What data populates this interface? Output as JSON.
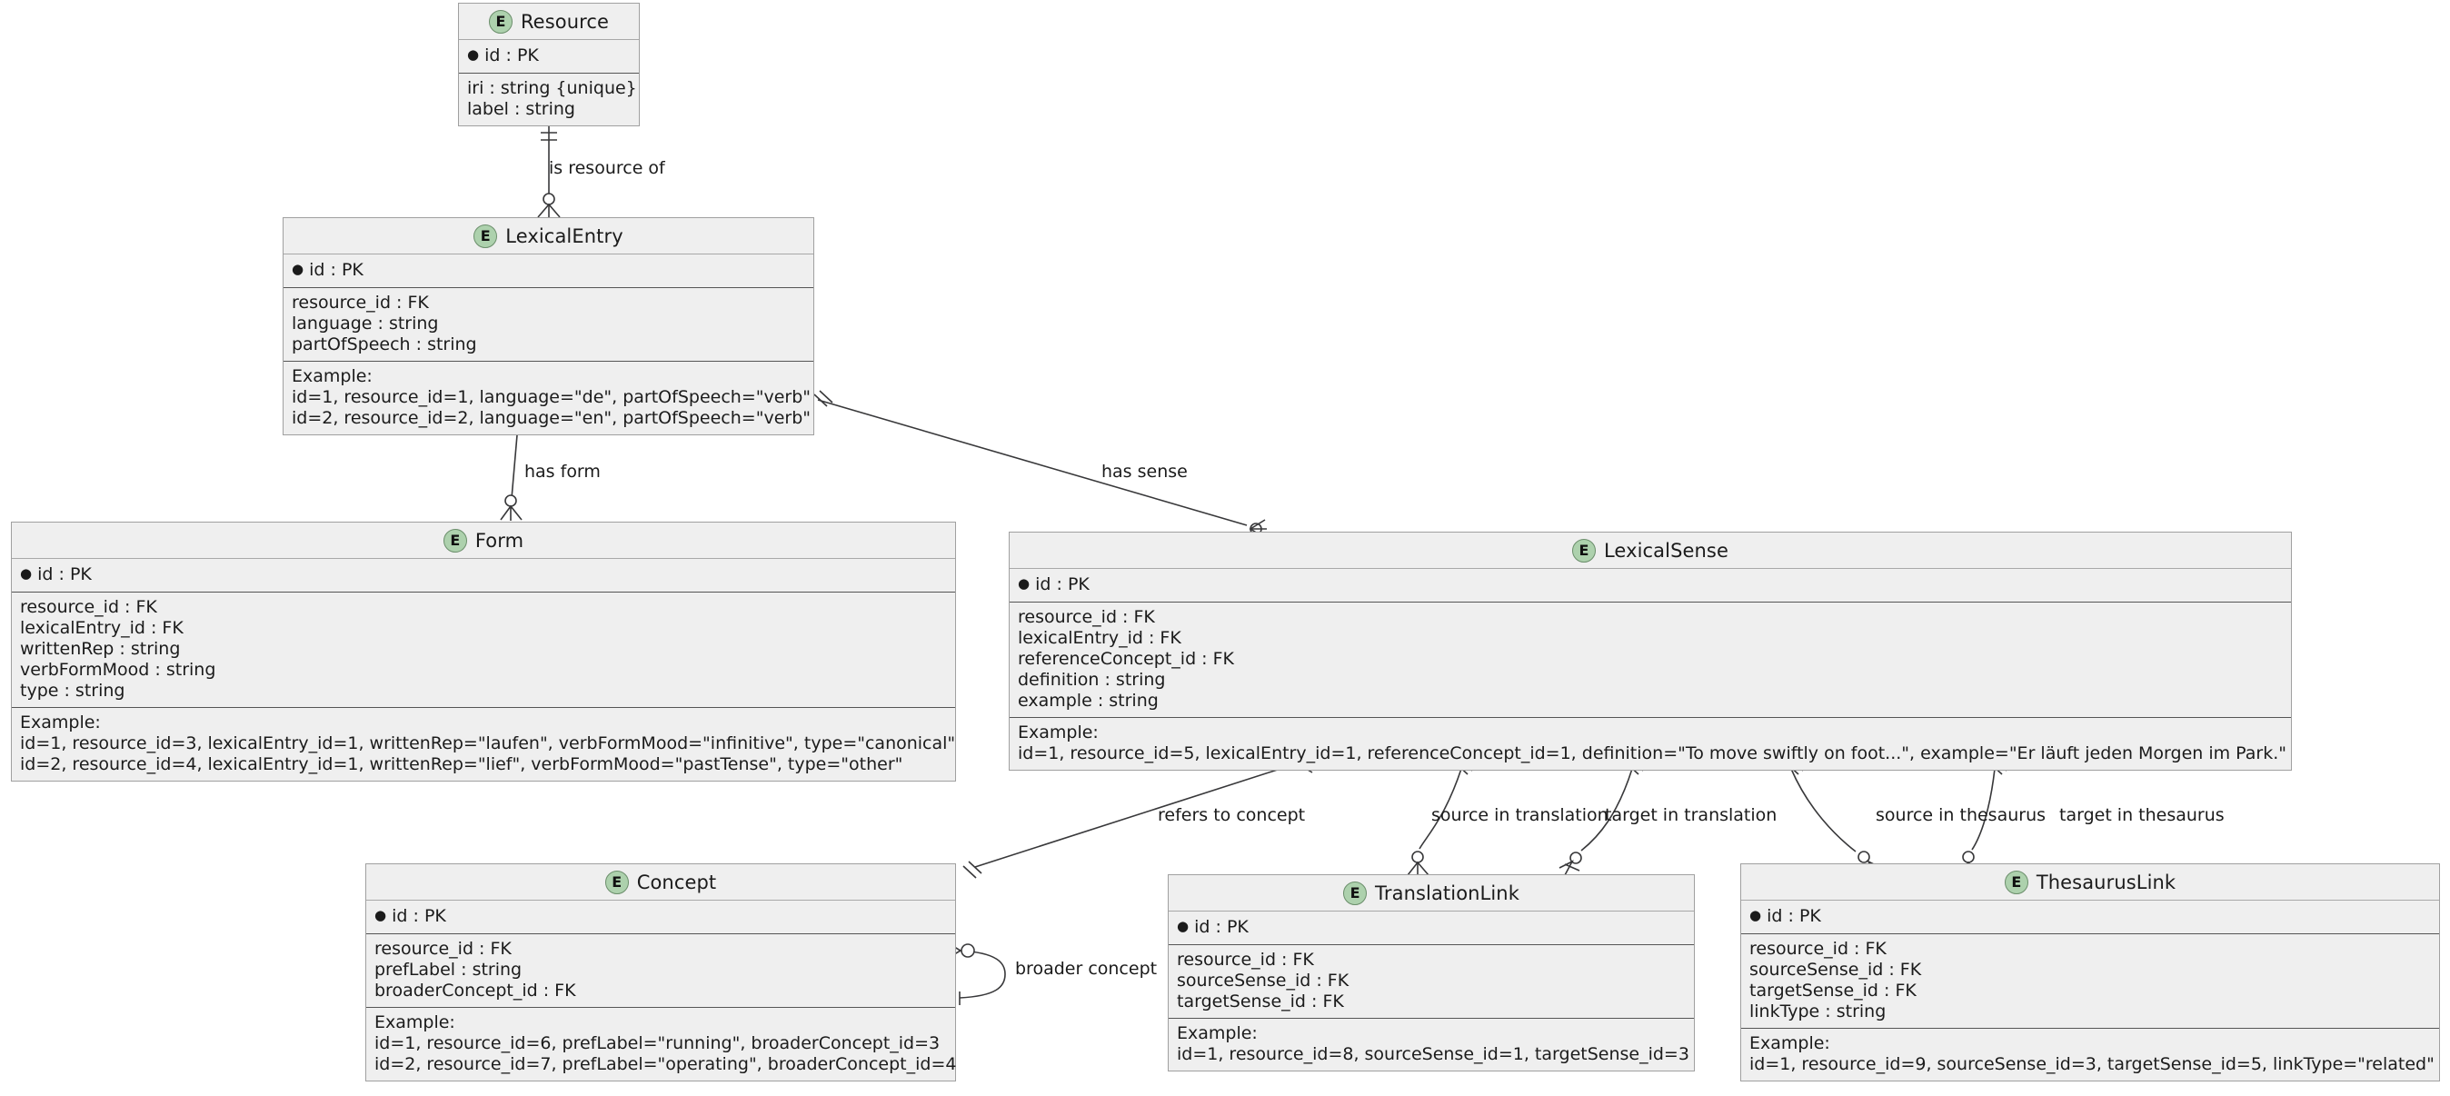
{
  "diagram": {
    "type": "er-class-diagram",
    "background": "#ffffff",
    "entity_fill": "#EFEFEF",
    "entity_border": "#A0A0A0",
    "badge_fill": "#ADD1AD",
    "badge_border": "#6B8E6B",
    "badge_letter": "E"
  },
  "entities": {
    "resource": {
      "name": "Resource",
      "pk": "id : PK",
      "attributes": [
        "iri : string {unique}",
        "label : string"
      ],
      "example_label": "",
      "examples": []
    },
    "lexical_entry": {
      "name": "LexicalEntry",
      "pk": "id : PK",
      "attributes": [
        "resource_id : FK",
        "language : string",
        "partOfSpeech : string"
      ],
      "example_label": "Example:",
      "examples": [
        "id=1, resource_id=1, language=\"de\", partOfSpeech=\"verb\"",
        "id=2, resource_id=2, language=\"en\", partOfSpeech=\"verb\""
      ]
    },
    "form": {
      "name": "Form",
      "pk": "id : PK",
      "attributes": [
        "resource_id : FK",
        "lexicalEntry_id : FK",
        "writtenRep : string",
        "verbFormMood : string",
        "type : string"
      ],
      "example_label": "Example:",
      "examples": [
        "id=1, resource_id=3, lexicalEntry_id=1, writtenRep=\"laufen\", verbFormMood=\"infinitive\", type=\"canonical\"",
        "id=2, resource_id=4, lexicalEntry_id=1, writtenRep=\"lief\", verbFormMood=\"pastTense\", type=\"other\""
      ]
    },
    "lexical_sense": {
      "name": "LexicalSense",
      "pk": "id : PK",
      "attributes": [
        "resource_id : FK",
        "lexicalEntry_id : FK",
        "referenceConcept_id : FK",
        "definition : string",
        "example : string"
      ],
      "example_label": "Example:",
      "examples": [
        "id=1, resource_id=5, lexicalEntry_id=1, referenceConcept_id=1, definition=\"To move swiftly on foot...\", example=\"Er läuft jeden Morgen im Park.\""
      ]
    },
    "concept": {
      "name": "Concept",
      "pk": "id : PK",
      "attributes": [
        "resource_id : FK",
        "prefLabel : string",
        "broaderConcept_id : FK"
      ],
      "example_label": "Example:",
      "examples": [
        "id=1, resource_id=6, prefLabel=\"running\", broaderConcept_id=3",
        "id=2, resource_id=7, prefLabel=\"operating\", broaderConcept_id=4"
      ]
    },
    "translation_link": {
      "name": "TranslationLink",
      "pk": "id : PK",
      "attributes": [
        "resource_id : FK",
        "sourceSense_id : FK",
        "targetSense_id : FK"
      ],
      "example_label": "Example:",
      "examples": [
        "id=1, resource_id=8, sourceSense_id=1, targetSense_id=3"
      ]
    },
    "thesaurus_link": {
      "name": "ThesaurusLink",
      "pk": "id : PK",
      "attributes": [
        "resource_id : FK",
        "sourceSense_id : FK",
        "targetSense_id : FK",
        "linkType : string"
      ],
      "example_label": "Example:",
      "examples": [
        "id=1, resource_id=9, sourceSense_id=3, targetSense_id=5, linkType=\"related\""
      ]
    }
  },
  "relationships": [
    {
      "id": "is-resource-of",
      "label": "is resource of",
      "from": "Resource",
      "to": "LexicalEntry"
    },
    {
      "id": "has-form",
      "label": "has form",
      "from": "LexicalEntry",
      "to": "Form"
    },
    {
      "id": "has-sense",
      "label": "has sense",
      "from": "LexicalEntry",
      "to": "LexicalSense"
    },
    {
      "id": "refers-to-concept",
      "label": "refers to concept",
      "from": "LexicalSense",
      "to": "Concept"
    },
    {
      "id": "source-in-translation",
      "label": "source in translation",
      "from": "LexicalSense",
      "to": "TranslationLink"
    },
    {
      "id": "target-in-translation",
      "label": "target in translation",
      "from": "LexicalSense",
      "to": "TranslationLink"
    },
    {
      "id": "source-in-thesaurus",
      "label": "source in thesaurus",
      "from": "LexicalSense",
      "to": "ThesaurusLink"
    },
    {
      "id": "target-in-thesaurus",
      "label": "target in thesaurus",
      "from": "LexicalSense",
      "to": "ThesaurusLink"
    },
    {
      "id": "broader-concept",
      "label": "broader concept",
      "from": "Concept",
      "to": "Concept"
    }
  ]
}
